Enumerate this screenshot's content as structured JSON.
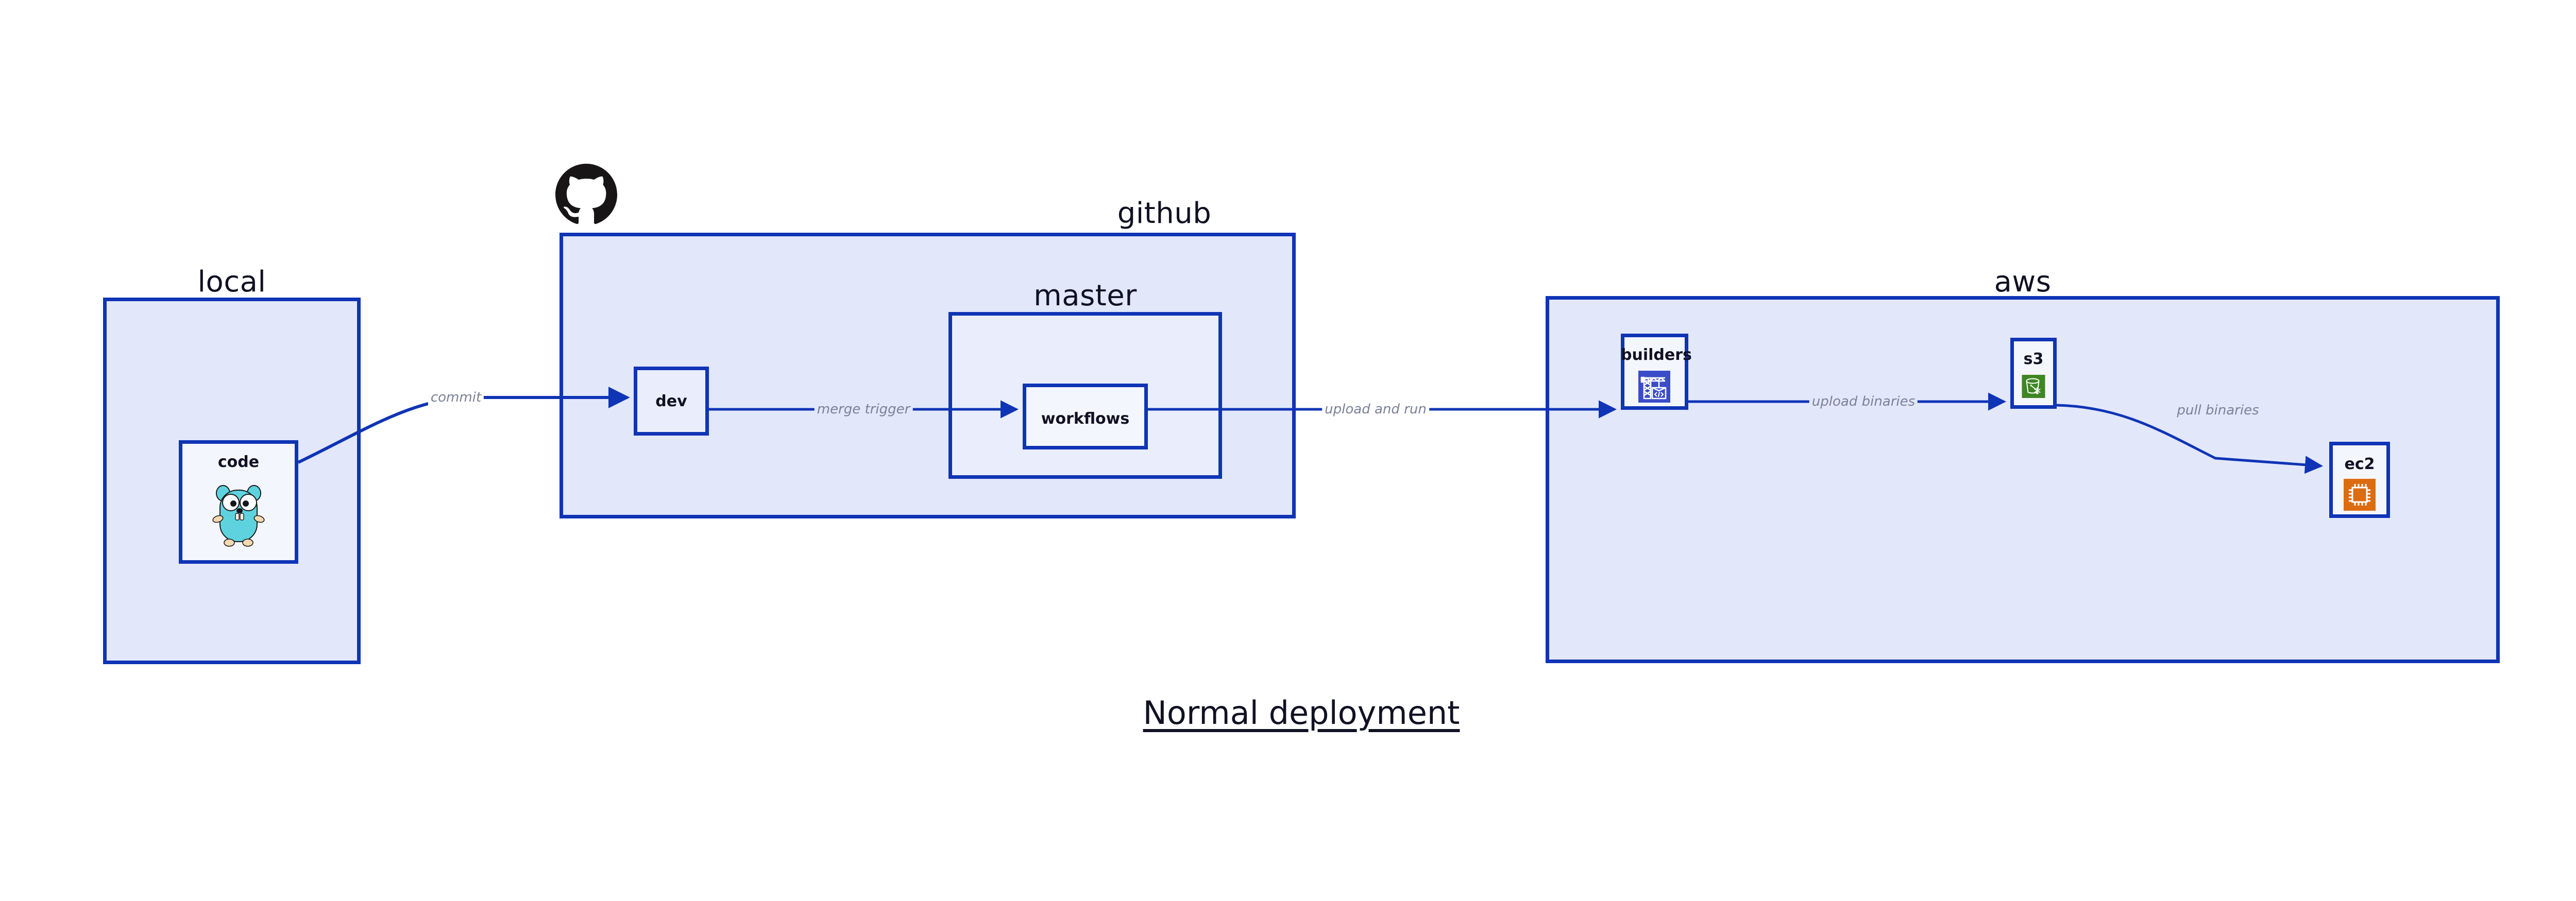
{
  "diagram": {
    "title": "Normal deployment",
    "background": "#ffffff",
    "accent_border": "#0f34b5",
    "group_fill": "#e2e7fa",
    "node_fill": "#eaeefc",
    "edge_label_color": "#7b8196",
    "text_color": "#101223"
  },
  "groups": [
    {
      "id": "local",
      "label": "local"
    },
    {
      "id": "github",
      "label": "github"
    },
    {
      "id": "master",
      "label": "master"
    },
    {
      "id": "aws",
      "label": "aws"
    }
  ],
  "nodes": [
    {
      "id": "code",
      "label": "code",
      "icon": "go-gopher-icon"
    },
    {
      "id": "dev",
      "label": "dev",
      "icon": "none"
    },
    {
      "id": "workflows",
      "label": "workflows",
      "icon": "none"
    },
    {
      "id": "builders",
      "label": "builders",
      "icon": "aws-crane-builder-icon",
      "icon_color": "#3b4cca"
    },
    {
      "id": "s3",
      "label": "s3",
      "icon": "aws-s3-bucket-icon",
      "icon_color": "#3f8624"
    },
    {
      "id": "ec2",
      "label": "ec2",
      "icon": "aws-ec2-chip-icon",
      "icon_color": "#dd6b10"
    }
  ],
  "edges": [
    {
      "id": "code-dev",
      "from": "code",
      "to": "dev",
      "label": "commit"
    },
    {
      "id": "dev-workflows",
      "from": "dev",
      "to": "workflows",
      "label": "merge trigger"
    },
    {
      "id": "workflows-builders",
      "from": "workflows",
      "to": "builders",
      "label": "upload and run"
    },
    {
      "id": "builders-s3",
      "from": "builders",
      "to": "s3",
      "label": "upload binaries"
    },
    {
      "id": "s3-ec2",
      "from": "s3",
      "to": "ec2",
      "label": "pull binaries"
    }
  ],
  "logos": [
    {
      "id": "github-logo",
      "name": "github-octocat-logo",
      "color": "#171515"
    }
  ]
}
